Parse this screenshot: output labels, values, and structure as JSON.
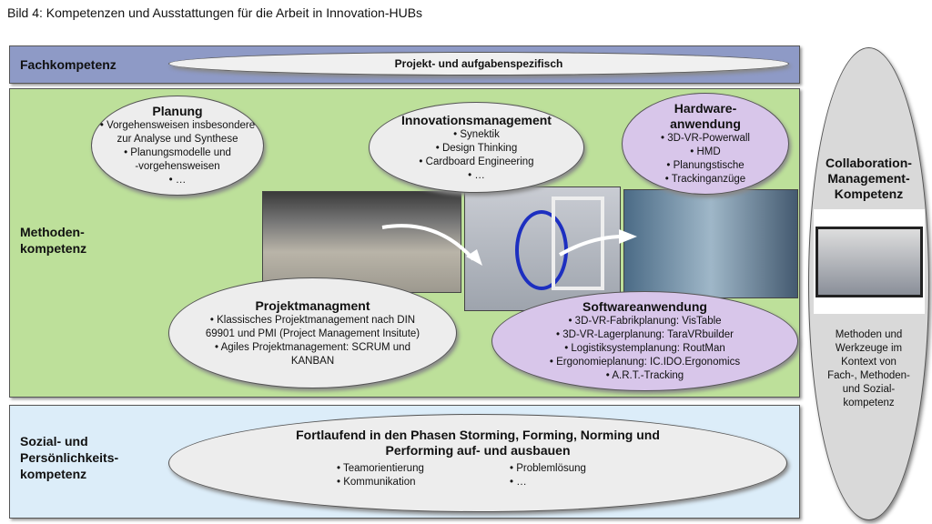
{
  "title": "Bild 4: Kompetenzen und Ausstattungen für die Arbeit in Innovation-HUBs",
  "fach": {
    "label": "Fachkompetenz",
    "ellipse": "Projekt- und aufgabenspezifisch"
  },
  "methoden": {
    "label1": "Methoden-",
    "label2": "kompetenz",
    "planung": {
      "title": "Planung",
      "lines": [
        "• Vorgehensweisen insbesondere",
        "zur Analyse und Synthese",
        "• Planungsmodelle und",
        "-vorgehensweisen",
        "• …"
      ]
    },
    "innovation": {
      "title": "Innovationsmanagement",
      "lines": [
        "• Synektik",
        "• Design Thinking",
        "• Cardboard Engineering",
        "• …"
      ]
    },
    "hardware": {
      "title1": "Hardware-",
      "title2": "anwendung",
      "lines": [
        "• 3D-VR-Powerwall",
        "• HMD",
        "• Planungstische",
        "• Trackinganzüge"
      ]
    },
    "projekt": {
      "title": "Projektmanagment",
      "lines": [
        "• Klassisches Projektmanagement nach DIN",
        "69901 und PMI (Project Management Insitute)",
        "• Agiles Projektmanagement:  SCRUM und",
        "KANBAN"
      ]
    },
    "software": {
      "title": "Softwareanwendung",
      "lines": [
        "• 3D-VR-Fabrikplanung:  VisTable",
        "• 3D-VR-Lagerplanung:  TaraVRbuilder",
        "• Logistiksystemplanung:  RoutMan",
        "• Ergonomieplanung: IC.IDO.Ergonomics",
        "• A.R.T.-Tracking"
      ]
    }
  },
  "sozial": {
    "label1": "Sozial-  und",
    "label2": "Persönlichkeits-",
    "label3": "kompetenz",
    "heading1": "Fortlaufend in den Phasen Storming, Forming, Norming und",
    "heading2": "Performing auf- und ausbauen",
    "items": [
      "• Teamorientierung",
      "• Problemlösung",
      "• Kommunikation",
      "• …"
    ]
  },
  "collab": {
    "title1": "Collaboration-",
    "title2": "Management-",
    "title3": "Kompetenz",
    "lines": [
      "Methoden und",
      "Werkzeuge im",
      "Kontext von",
      "Fach-, Methoden-",
      "und Sozial-",
      "kompetenz"
    ]
  },
  "colors": {
    "fach": "#8e9ac6",
    "methoden": "#bde09a",
    "sozial": "#dcedf9",
    "purple": "#d8c6ea",
    "gray": "#d9d9d9"
  }
}
